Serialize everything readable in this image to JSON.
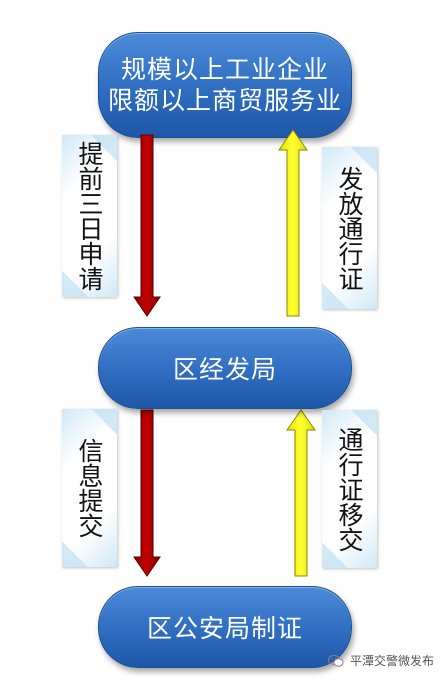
{
  "nodes": {
    "top_line1": "规模以上工业企业",
    "top_line2": "限额以上商贸服务业",
    "middle": "区经发局",
    "bottom": "区公安局制证"
  },
  "labels": {
    "apply": "提前三日申请",
    "issue": "发放通行证",
    "submit": "信息提交",
    "transfer": "通行证移交"
  },
  "colors": {
    "down_arrow": "#c00000",
    "up_arrow": "#ffff00",
    "node": "#2f6dc1"
  },
  "watermark": {
    "icon": "wechat-icon",
    "text": "平潭交警微发布"
  }
}
